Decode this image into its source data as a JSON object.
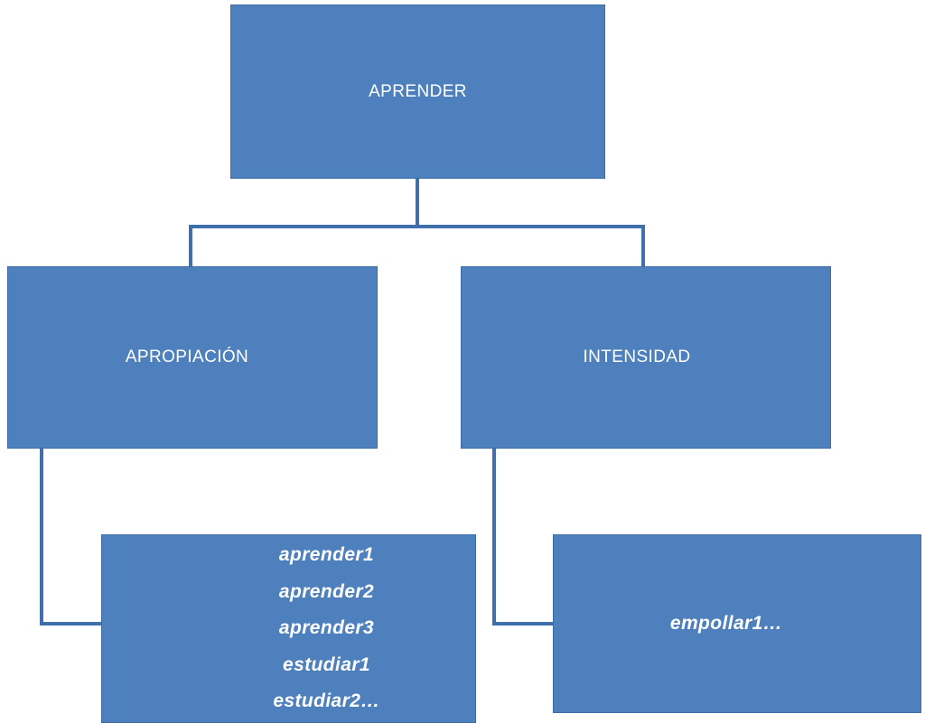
{
  "diagram": {
    "type": "hierarchy-tree",
    "title": "APRENDER",
    "colors": {
      "node_fill": "#4e80bd",
      "node_border": "#3d6ba5",
      "connector": "#3f6fad",
      "node_text": "#ffffff",
      "background": "#ffffff"
    },
    "nodes": {
      "root": {
        "label": "APRENDER"
      },
      "branch_left": {
        "label": "APROPIACIÓN"
      },
      "branch_right": {
        "label": "INTENSIDAD"
      },
      "leaf_left": {
        "items": [
          "aprender1",
          "aprender2",
          "aprender3",
          "estudiar1",
          "estudiar2…"
        ]
      },
      "leaf_right": {
        "label": "empollar1…"
      }
    }
  }
}
